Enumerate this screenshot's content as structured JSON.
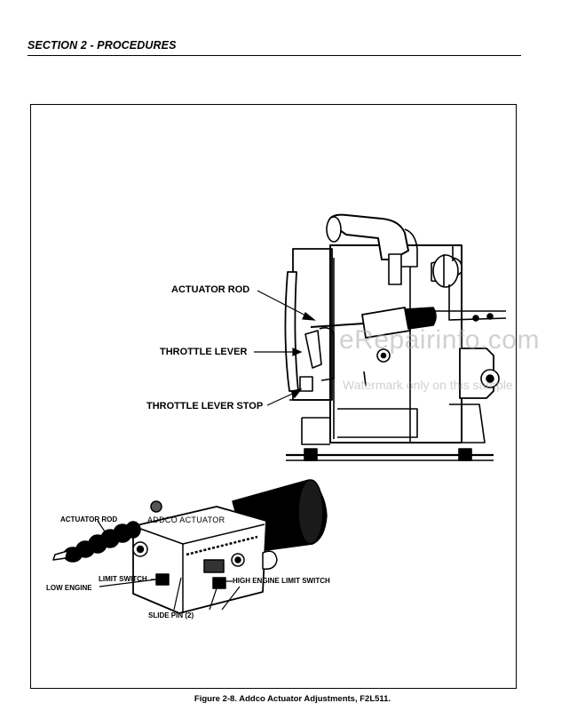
{
  "header": {
    "section_title": "SECTION 2 - PROCEDURES"
  },
  "figure": {
    "engine_callouts": {
      "actuator_rod": "ACTUATOR ROD",
      "throttle_lever": "THROTTLE LEVER",
      "throttle_lever_stop": "THROTTLE LEVER STOP"
    },
    "detail_callouts": {
      "actuator_rod": "ACTUATOR ROD",
      "addco_actuator": "ADDCO ACTUATOR",
      "limit_switch": "LIMIT SWITCH",
      "high_engine_limit_switch": "HIGH ENGINE LIMIT SWITCH",
      "low_engine": "LOW ENGINE",
      "slide_pin": "SLIDE PIN (2)"
    },
    "caption": "Figure 2-8.  Addco Actuator Adjustments, F2L511."
  },
  "watermark": {
    "domain": "eRepairinfo.com",
    "note": "Watermark only on this sample"
  }
}
